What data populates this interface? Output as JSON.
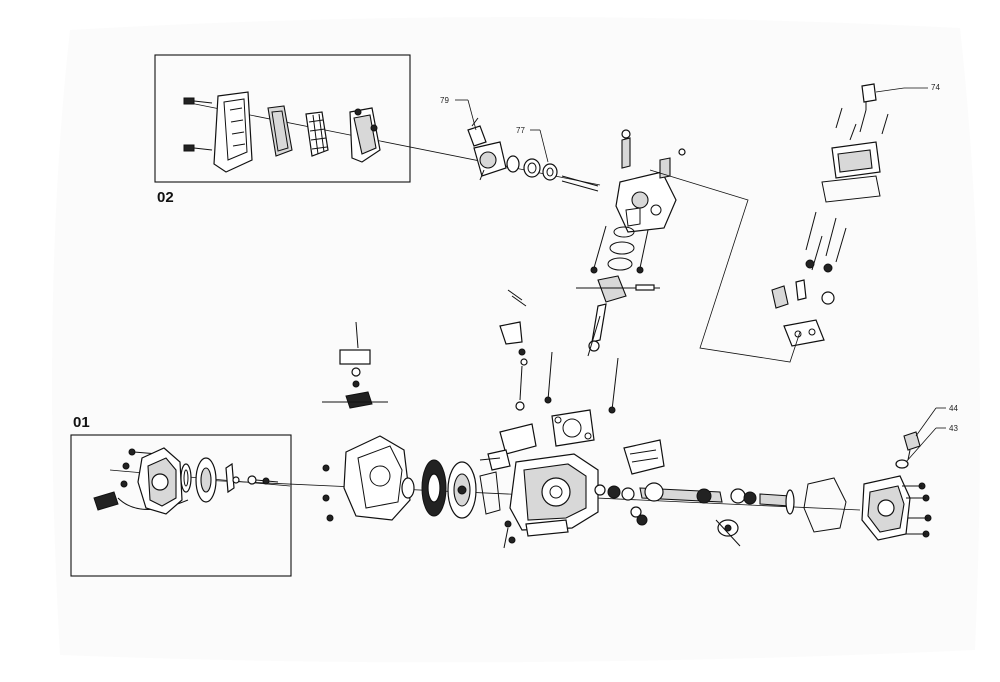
{
  "groups": [
    {
      "id": "01",
      "label": "01"
    },
    {
      "id": "02",
      "label": "02"
    }
  ],
  "callouts": [
    {
      "id": "79",
      "label": "79"
    },
    {
      "id": "77",
      "label": "77"
    },
    {
      "id": "74",
      "label": "74"
    },
    {
      "id": "44",
      "label": "44"
    },
    {
      "id": "43",
      "label": "43"
    }
  ],
  "colors": {
    "line": "#111111",
    "background": "#ffffff",
    "shade": "#d8d8d8"
  }
}
